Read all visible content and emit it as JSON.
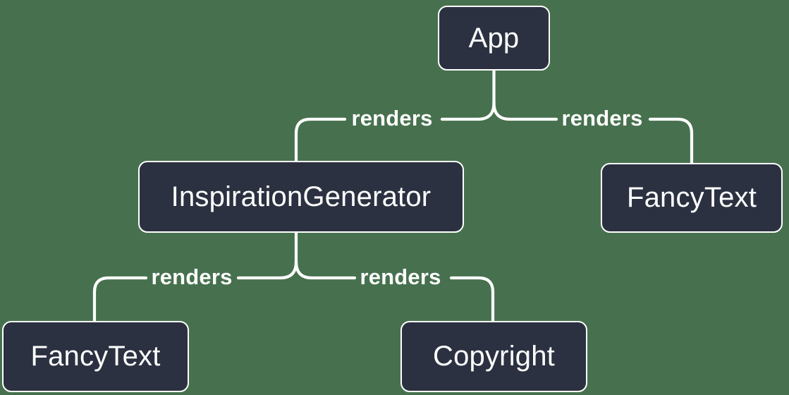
{
  "diagram": {
    "type": "component-render-tree"
  },
  "colors": {
    "background": "#47714E",
    "node_fill": "#2B3140",
    "node_border": "#FFFFFF",
    "node_text": "#FFFFFF",
    "edge": "#FFFFFF"
  },
  "nodes": [
    {
      "id": "app",
      "label": "App"
    },
    {
      "id": "inspiration-generator",
      "label": "InspirationGenerator"
    },
    {
      "id": "fancy-text-top",
      "label": "FancyText"
    },
    {
      "id": "fancy-text-bottom",
      "label": "FancyText"
    },
    {
      "id": "copyright",
      "label": "Copyright"
    }
  ],
  "edges": [
    {
      "from": "App",
      "to": "InspirationGenerator",
      "label": "renders"
    },
    {
      "from": "App",
      "to": "FancyText",
      "label": "renders"
    },
    {
      "from": "InspirationGenerator",
      "to": "FancyText",
      "label": "renders"
    },
    {
      "from": "InspirationGenerator",
      "to": "Copyright",
      "label": "renders"
    }
  ]
}
